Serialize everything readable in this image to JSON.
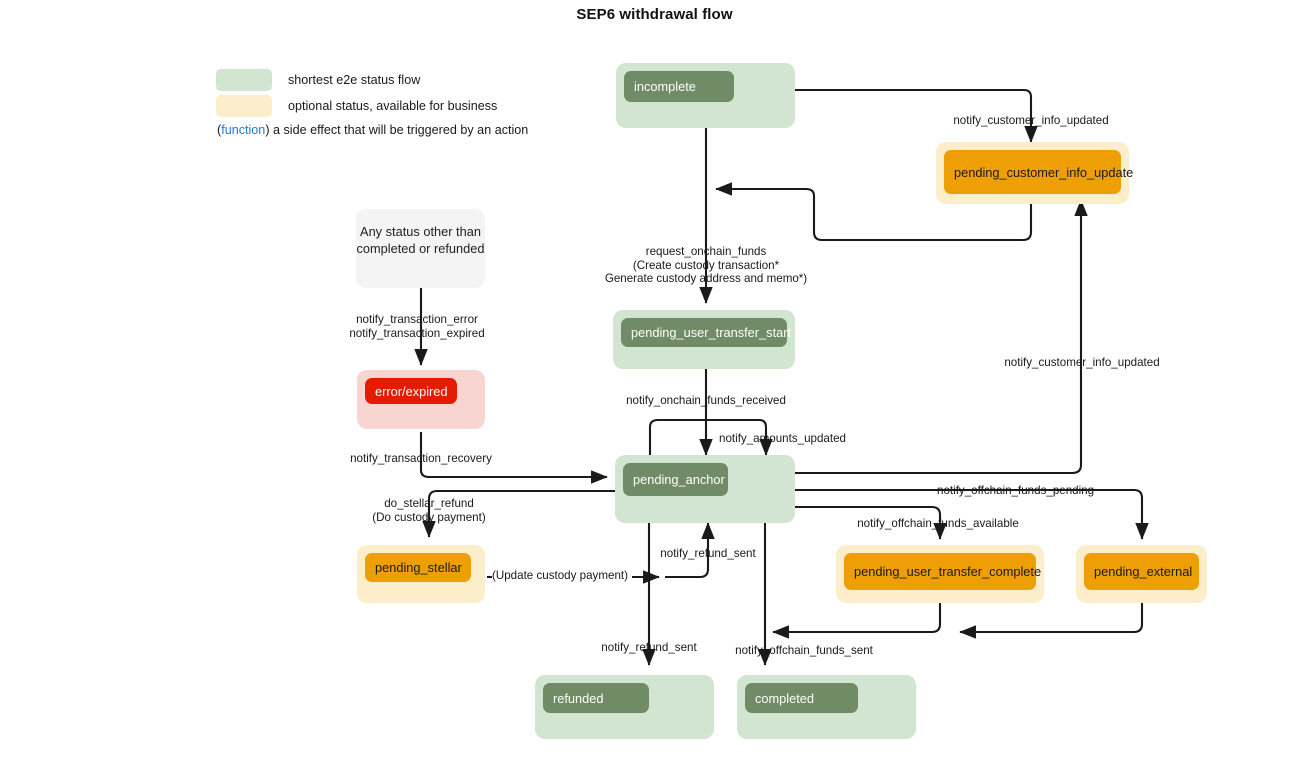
{
  "title": "SEP6 withdrawal flow",
  "legend": {
    "items": [
      {
        "swatch_color": "#d2e5d0",
        "label": "shortest e2e status flow"
      },
      {
        "swatch_color": "#fdeecb",
        "label": "optional status, available for business"
      }
    ],
    "note_open": "(",
    "note_function": "function",
    "note_rest": ") a side effect that will be triggered by an action"
  },
  "colors": {
    "green_bg": "#d2e5d0",
    "green_fill": "#708b66",
    "orange_bg": "#fdeecb",
    "orange_fill": "#ee9f05",
    "red_bg": "#f8d5d0",
    "red_fill": "#e51b00",
    "grey_bg": "#f4f4f4",
    "function_text": "#2277dd",
    "edge": "#1a1a1a"
  },
  "nodes": {
    "incomplete": "incomplete",
    "pending_customer_info_update": "pending_customer_info_update",
    "any_status": "Any status other than\ncompleted or refunded",
    "error_expired": "error/expired",
    "pending_user_transfer_start": "pending_user_transfer_start",
    "pending_anchor": "pending_anchor",
    "pending_stellar": "pending_stellar",
    "pending_user_transfer_complete": "pending_user_transfer_complete",
    "pending_external": "pending_external",
    "refunded": "refunded",
    "completed": "completed"
  },
  "edges": {
    "notify_customer_info_updated_top": "notify_customer_info_updated",
    "notify_customer_info_updated_right": "notify_customer_info_updated",
    "request_onchain_funds": "request_onchain_funds",
    "request_onchain_funds_fn1": "(Create custody transaction*",
    "request_onchain_funds_fn2": "Generate custody address and memo*)",
    "notify_transaction_error": "notify_transaction_error",
    "notify_transaction_expired": "notify_transaction_expired",
    "notify_transaction_recovery": "notify_transaction_recovery",
    "notify_onchain_funds_received": "notify_onchain_funds_received",
    "notify_amounts_updated": "notify_amounts_updated",
    "do_stellar_refund": "do_stellar_refund",
    "do_stellar_refund_fn": "(Do custody payment)",
    "update_custody_payment_fn": "(Update custody payment)",
    "notify_refund_sent_up": "notify_refund_sent",
    "notify_refund_sent_down": "notify_refund_sent",
    "notify_offchain_funds_pending": "notify_offchain_funds_pending",
    "notify_offchain_funds_available": "notify_offchain_funds_available",
    "notify_offchain_funds_sent": "notify_offchain_funds_sent"
  }
}
